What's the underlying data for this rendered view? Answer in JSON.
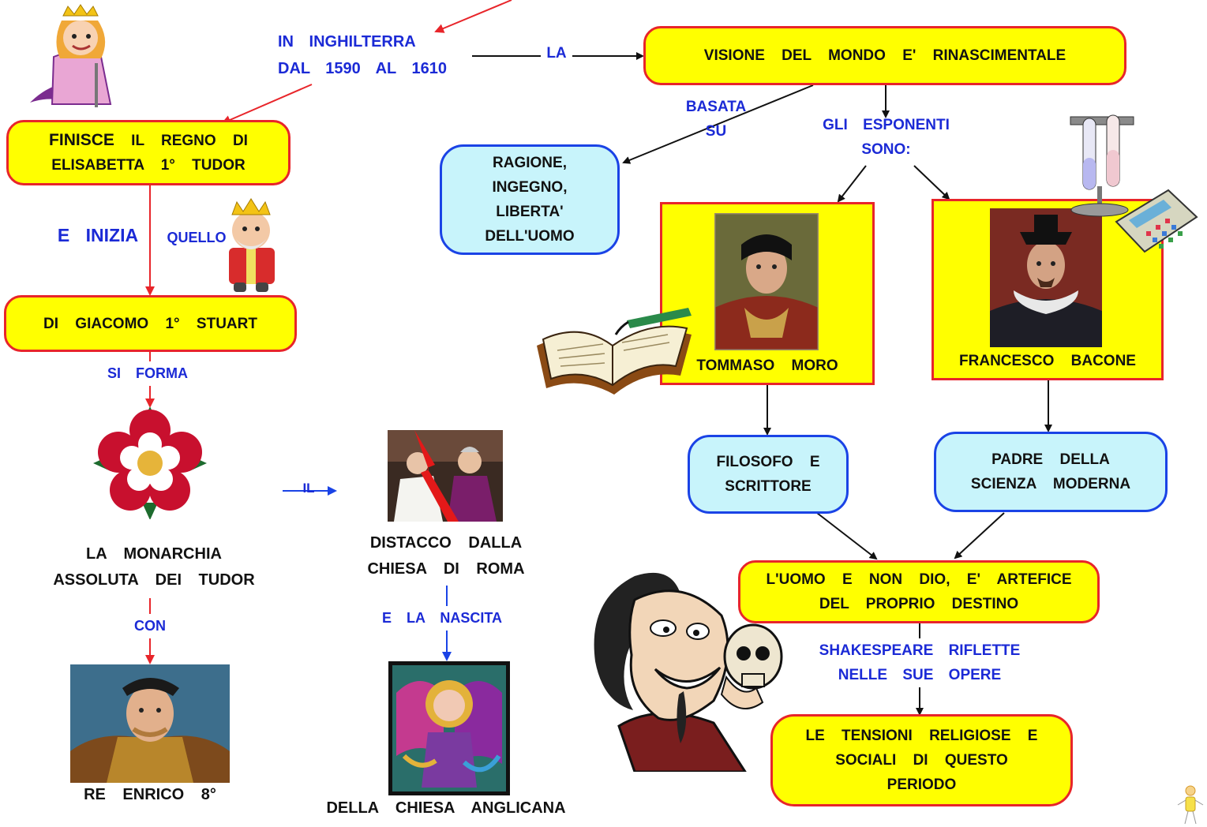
{
  "nodes": {
    "period": "IN    INGHILTERRA\nDAL    1590    AL    1610",
    "visione": "VISIONE    DEL    MONDO    E'    RINASCIMENTALE",
    "finisce_bold": "FINISCE",
    "finisce_rest": " IL    REGNO    DI\nELISABETTA    1°    TUDOR",
    "ragione": "RAGIONE,\nINGEGNO,\nLIBERTA'\nDELL'UOMO",
    "giacomo": "DI    GIACOMO    1°    STUART",
    "tommaso": "TOMMASO    MORO",
    "francesco": "FRANCESCO    BACONE",
    "filosofo": "FILOSOFO    E\nSCRITTORE",
    "padre": "PADRE    DELLA\nSCIENZA    MODERNA",
    "uomo": "L'UOMO    E    NON    DIO,    E'    ARTEFICE\nDEL    PROPRIO    DESTINO",
    "tensioni": "LE    TENSIONI    RELIGIOSE    E\nSOCIALI    DI    QUESTO\nPERIODO",
    "monarchia": "LA    MONARCHIA\nASSOLUTA    DEI    TUDOR",
    "enrico": "RE    ENRICO    8°",
    "distacco": "DISTACCO    DALLA\nCHIESA    DI    ROMA",
    "anglicana": "DELLA    CHIESA    ANGLICANA"
  },
  "links": {
    "la": "LA",
    "basata": "BASATA\nSU",
    "esponenti": "GLI    ESPONENTI\nSONO:",
    "e_inizia": "E    INIZIA",
    "quello": "QUELLO",
    "si_forma": "SI    FORMA",
    "il": "IL",
    "con": "CON",
    "nascita": "E    LA    NASCITA",
    "shakespeare": "SHAKESPEARE    RIFLETTE\nNELLE    SUE    OPERE"
  },
  "colors": {
    "box_yellow": "#ffff00",
    "box_cyan": "#c8f4fb",
    "border_red": "#e8252a",
    "border_blue": "#1a43e6",
    "link_text": "#1b2ad6"
  },
  "icons": [
    "queen-elizabeth-icon",
    "king-james-icon",
    "tudor-rose-icon",
    "book-icon",
    "test-tubes-icon",
    "calculator-icon",
    "shakespeare-caricature-icon",
    "stick-figure-icon"
  ]
}
